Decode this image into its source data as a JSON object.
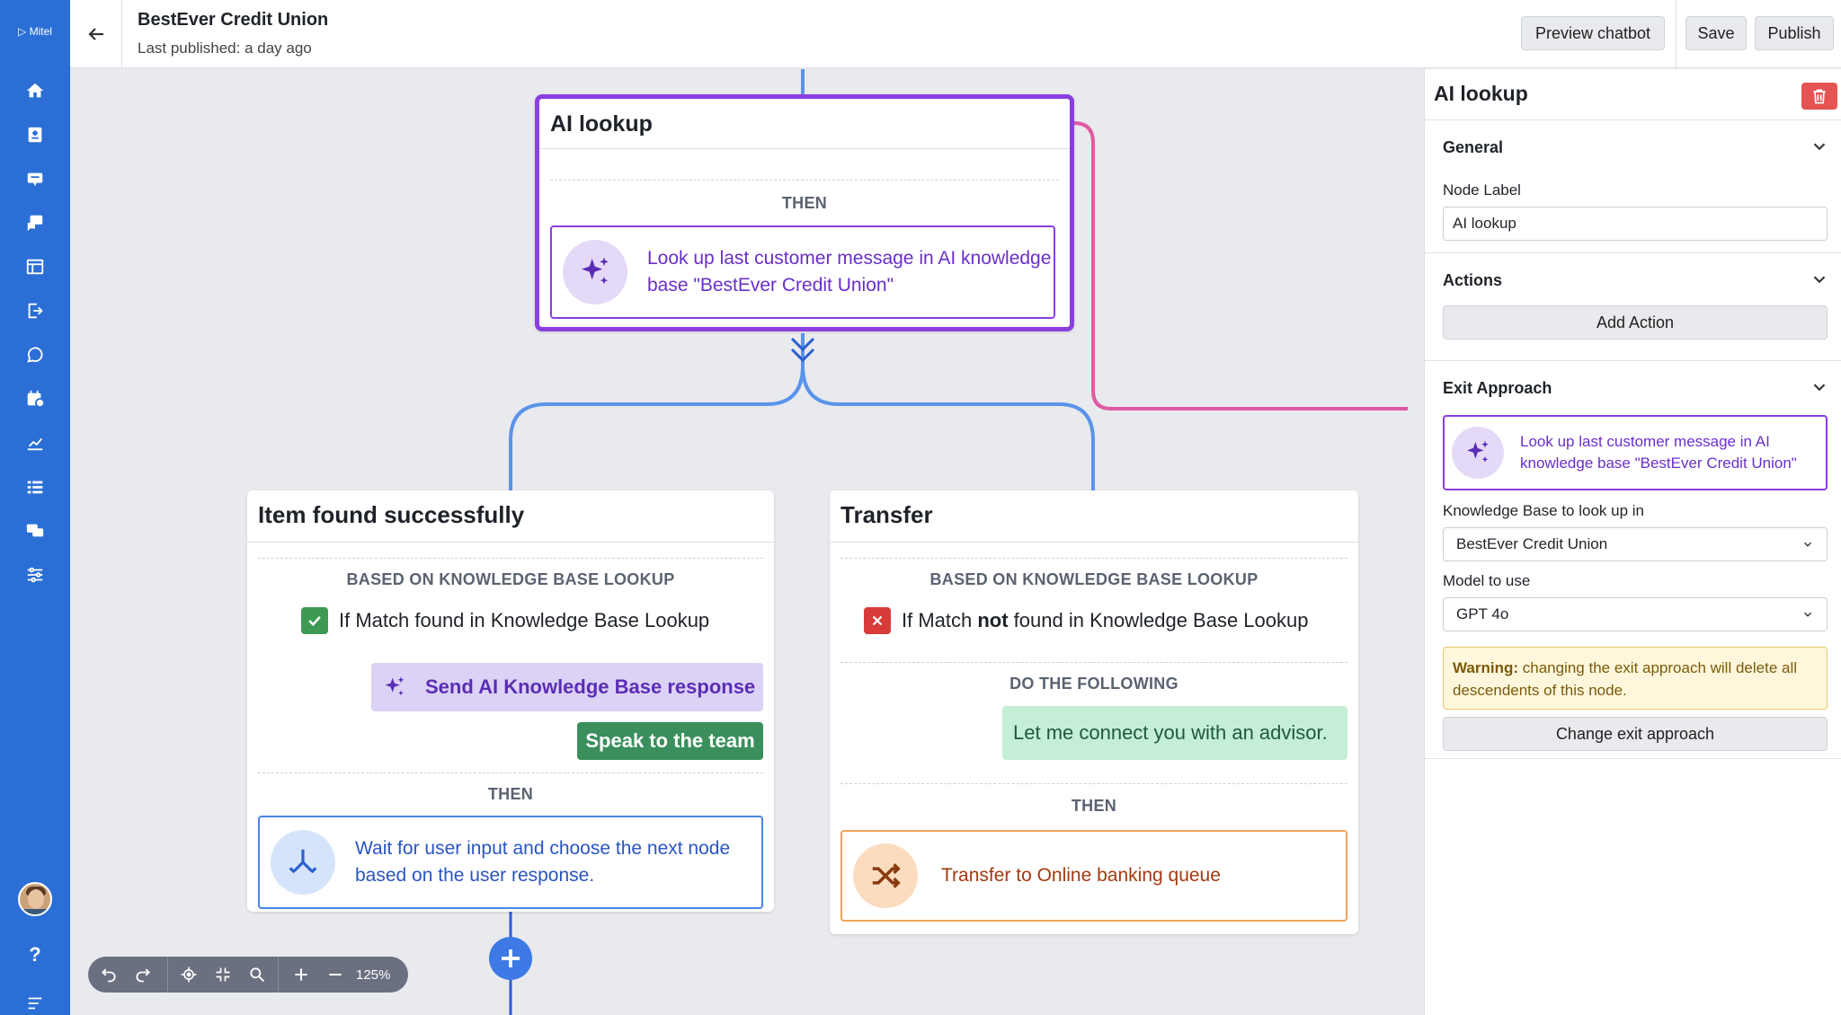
{
  "brand": {
    "logo": "Mitel"
  },
  "nav": {
    "icons": [
      "home-icon",
      "contacts-icon",
      "chat-icon",
      "messages-icon",
      "layout-icon",
      "logout-icon",
      "whatsapp-icon",
      "calendar-icon",
      "analytics-icon",
      "list-icon",
      "conversations-icon",
      "settings-sliders-icon"
    ],
    "help": "?"
  },
  "header": {
    "title": "BestEver Credit Union",
    "subtitle": "Last published: a day ago",
    "preview_label": "Preview chatbot",
    "save_label": "Save",
    "publish_label": "Publish"
  },
  "canvas": {
    "ai_node": {
      "title": "AI lookup",
      "then_label": "THEN",
      "action_text": "Look up last customer message in AI knowledge base \"BestEver Credit Union\""
    },
    "found_node": {
      "title": "Item found successfully",
      "based_label": "BASED ON KNOWLEDGE BASE LOOKUP",
      "condition_text": "If Match found in Knowledge Base Lookup",
      "ai_response_label": "Send AI Knowledge Base response",
      "quick_reply": "Speak to the team",
      "then_label": "THEN",
      "action_text": "Wait for user input and choose the next node based on the user response."
    },
    "transfer_node": {
      "title": "Transfer",
      "based_label": "BASED ON KNOWLEDGE BASE LOOKUP",
      "condition_pre": "If Match ",
      "condition_strong": "not",
      "condition_post": " found in Knowledge Base Lookup",
      "do_label": "DO THE FOLLOWING",
      "message": "Let me connect you with an advisor.",
      "then_label": "THEN",
      "action_text": "Transfer to Online banking queue"
    },
    "zoom_level": "125%",
    "colors": {
      "accent": "#2b6fd6",
      "ai_purple": "#8a3fe0",
      "wire_blue": "#5a94ea",
      "wire_pink": "#e05aa3",
      "transfer_orange": "#f0a35a"
    }
  },
  "panel": {
    "title": "AI lookup",
    "general": {
      "heading": "General",
      "node_label_caption": "Node Label",
      "node_label_value": "AI lookup"
    },
    "actions": {
      "heading": "Actions",
      "add_action_label": "Add Action"
    },
    "exit": {
      "heading": "Exit Approach",
      "approach_text": "Look up last customer message in AI knowledge base \"BestEver Credit Union\"",
      "kb_caption": "Knowledge Base to look up in",
      "kb_value": "BestEver Credit Union",
      "model_caption": "Model to use",
      "model_value": "GPT 4o",
      "warning_strong": "Warning:",
      "warning_text": " changing the exit approach will delete all descendents of this node.",
      "change_label": "Change exit approach"
    }
  }
}
